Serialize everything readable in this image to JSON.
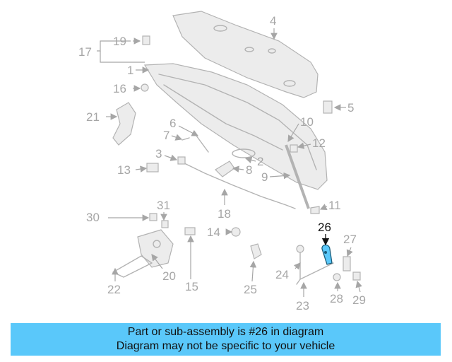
{
  "diagram": {
    "highlight_color": "#5ac8fa",
    "callouts": [
      "1",
      "2",
      "3",
      "4",
      "5",
      "6",
      "7",
      "8",
      "9",
      "10",
      "11",
      "12",
      "13",
      "14",
      "15",
      "16",
      "17",
      "18",
      "19",
      "20",
      "21",
      "22",
      "23",
      "24",
      "25",
      "26",
      "27",
      "28",
      "29",
      "30",
      "31"
    ],
    "highlighted_callout": "26"
  },
  "banner": {
    "line1": "Part or sub-assembly is #26 in diagram",
    "line2": "Diagram may not be specific to your vehicle",
    "background": "#5ac8fa"
  }
}
